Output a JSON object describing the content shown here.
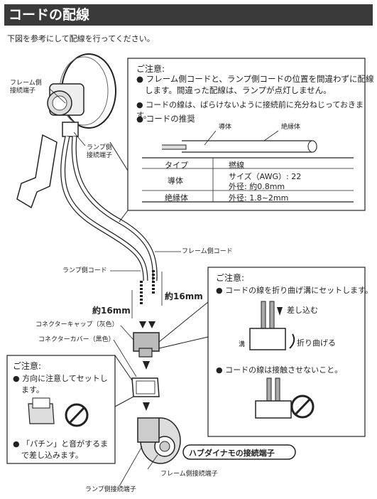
{
  "header": {
    "title": "コードの配線",
    "instruction": "下図を参考にして配線を行ってください。"
  },
  "labels": {
    "frame_terminal_line1": "フレーム側",
    "frame_terminal_line2": "接続端子",
    "lamp_terminal_line1": "ランプ側",
    "lamp_terminal_line2": "接続端子",
    "frame_cord": "フレーム側コード",
    "lamp_cord": "ランプ側コード",
    "length_right": "約16mm",
    "length_left": "約16mm",
    "connector_cap": "コネクターキャップ（灰色）",
    "connector_cover": "コネクターカバー（黒色）",
    "hub_dynamo_terminal": "ハブダイナモの接続端子",
    "frame_side_terminal": "フレーム側接続端子",
    "lamp_side_terminal": "ランプ側接続端子"
  },
  "caution_main": {
    "title": "ご注意:",
    "bullets": [
      "フレーム側コードと、ランプ側コードの位置を間違わずに配線",
      "します。間違った配線は、ランプが点灯しません。",
      "コードの線は、ばらけないように接続前に充分ねじっておきます。",
      "コードの推奨"
    ],
    "diagram_conductor": "導体",
    "diagram_insulator": "絶縁体",
    "table": {
      "headers": [
        "タイプ",
        "撚線"
      ],
      "rows": [
        {
          "type": "導体",
          "spec_line1": "サイズ（AWG）: 22",
          "spec_line2": "外径: 約0.8mm"
        },
        {
          "type": "絶縁体",
          "spec_line1": "外径: 1.8~2mm",
          "spec_line2": ""
        }
      ]
    }
  },
  "caution_right": {
    "title": "ご注意:",
    "bullet1": "コードの線を折り曲げ溝にセットします。",
    "insert_label": "差し込む",
    "groove_label": "溝",
    "bend_label": "折り曲げる",
    "bullet2": "コードの線は接触させないこと。"
  },
  "caution_left": {
    "title": "ご注意:",
    "bullet1_line1": "方向に注意してセットし",
    "bullet1_line2": "ます。",
    "bullet2_line1": "「パチン」と音がするま",
    "bullet2_line2": "で差し込みます。"
  }
}
